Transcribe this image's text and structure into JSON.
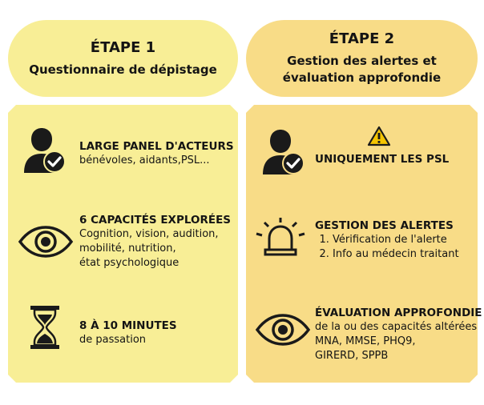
{
  "step1": {
    "title": "ÉTAPE 1",
    "subtitle": "Questionnaire de dépistage",
    "items": [
      {
        "icon": "user-check-icon",
        "heading": "LARGE PANEL D'ACTEURS",
        "lines": [
          "bénévoles, aidants,PSL..."
        ]
      },
      {
        "icon": "eye-icon",
        "heading": "6 CAPACITÉS EXPLORÉES",
        "lines": [
          "Cognition, vision, audition,",
          "mobilité, nutrition,",
          "état psychologique"
        ]
      },
      {
        "icon": "hourglass-icon",
        "heading": "8 À 10 MINUTES",
        "lines": [
          "de passation"
        ]
      }
    ]
  },
  "step2": {
    "title": "ÉTAPE 2",
    "subtitle_lines": [
      "Gestion des alertes et",
      "évaluation approfondie"
    ],
    "items": [
      {
        "icon": "warning-icon",
        "heading": "",
        "lines": []
      },
      {
        "icon": "user-check-icon",
        "heading": "UNIQUEMENT LES PSL",
        "lines": []
      },
      {
        "icon": "alarm-light-icon",
        "heading": "GESTION DES ALERTES",
        "list": [
          "Vérification de l'alerte",
          "Info au médecin traitant"
        ]
      },
      {
        "icon": "eye-icon",
        "heading": "ÉVALUATION APPROFONDIE",
        "lines": [
          "de la ou des capacités altérées",
          "MNA, MMSE, PHQ9,",
          "GIRERD, SPPB"
        ]
      }
    ]
  },
  "colors": {
    "step1_bg": "#f8ee96",
    "step2_bg": "#f8dc87",
    "icon": "#1a1a1a"
  }
}
